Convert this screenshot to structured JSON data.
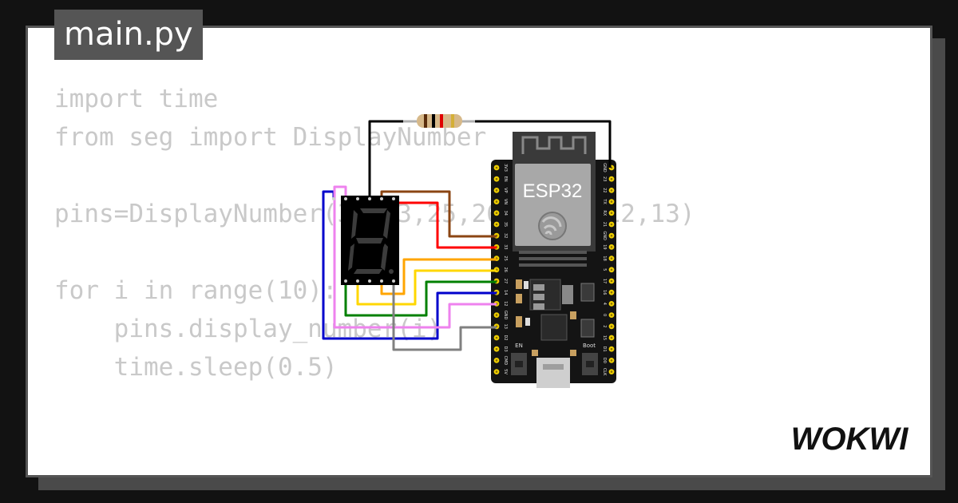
{
  "editor": {
    "filename": "main.py",
    "code_lines": [
      "import time",
      "from seg import DisplayNumber",
      "",
      "pins=DisplayNumber(32,33,25,26,27,14,12,13)",
      "",
      "for i in range(10):",
      "    pins.display_number(i)",
      "    time.sleep(0.5)"
    ]
  },
  "board": {
    "chip_label": "ESP32",
    "button_en": "EN",
    "button_boot": "Boot",
    "left_pins": [
      "3V3",
      "EN",
      "VP",
      "VN",
      "34",
      "35",
      "32",
      "33",
      "25",
      "26",
      "27",
      "14",
      "12",
      "GND",
      "13",
      "D2",
      "D3",
      "CMD",
      "5V"
    ],
    "right_pins": [
      "GND",
      "23",
      "22",
      "TX",
      "RX",
      "21",
      "GND",
      "19",
      "18",
      "5",
      "17",
      "16",
      "4",
      "0",
      "2",
      "15",
      "D1",
      "D0",
      "CLK"
    ]
  },
  "brand": {
    "name": "WOKWI"
  },
  "colors": {
    "background": "#121212",
    "canvas": "#ffffff",
    "tab": "#555555",
    "code": "#c9c9c9",
    "wire_black": "#000000",
    "wire_brown": "#8b4513",
    "wire_red": "#ff0000",
    "wire_orange": "#ffa500",
    "wire_yellow": "#ffd700",
    "wire_green": "#008000",
    "wire_blue": "#0000cc",
    "wire_violet": "#ee82ee",
    "wire_gray": "#808080"
  }
}
